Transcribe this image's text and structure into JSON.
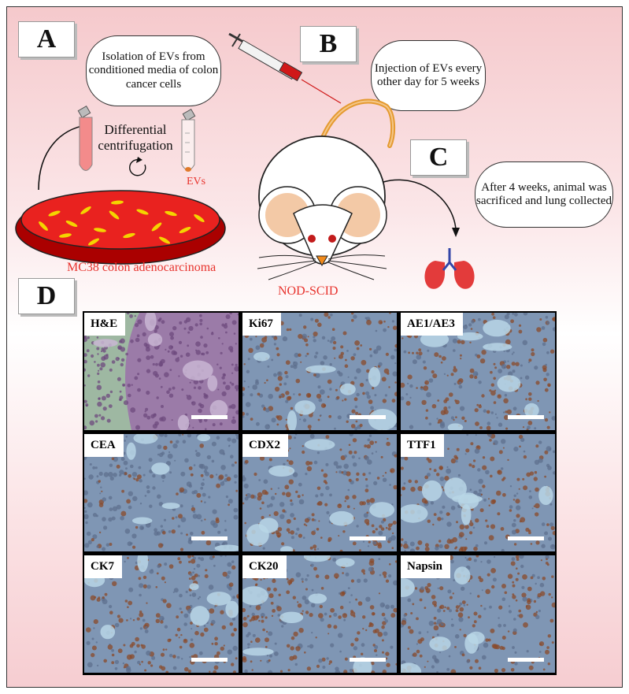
{
  "panels": {
    "a_letter": "A",
    "b_letter": "B",
    "c_letter": "C",
    "d_letter": "D"
  },
  "text": {
    "isolation": "Isolation of EVs from conditioned media of colon cancer cells",
    "differential": "Differential centrifugation",
    "evs": "EVs",
    "cell_line": "MC38 colon adenocarcinoma",
    "injection": "Injection of EVs every other day for 5 weeks",
    "mouse": "NOD-SCID",
    "after": "After 4 weeks, animal was sacrificed and lung collected"
  },
  "stains": [
    "H&E",
    "Ki67",
    "AE1/AE3",
    "CEA",
    "CDX2",
    "TTF1",
    "CK7",
    "CK20",
    "Napsin"
  ],
  "colors": {
    "accent_red": "#e8332d",
    "he_purple": "#8e6a9c",
    "ihc_brown": "#8a4a2a",
    "ihc_blue": "#7f96b4",
    "alveolar_space": "#b9d6e6"
  }
}
